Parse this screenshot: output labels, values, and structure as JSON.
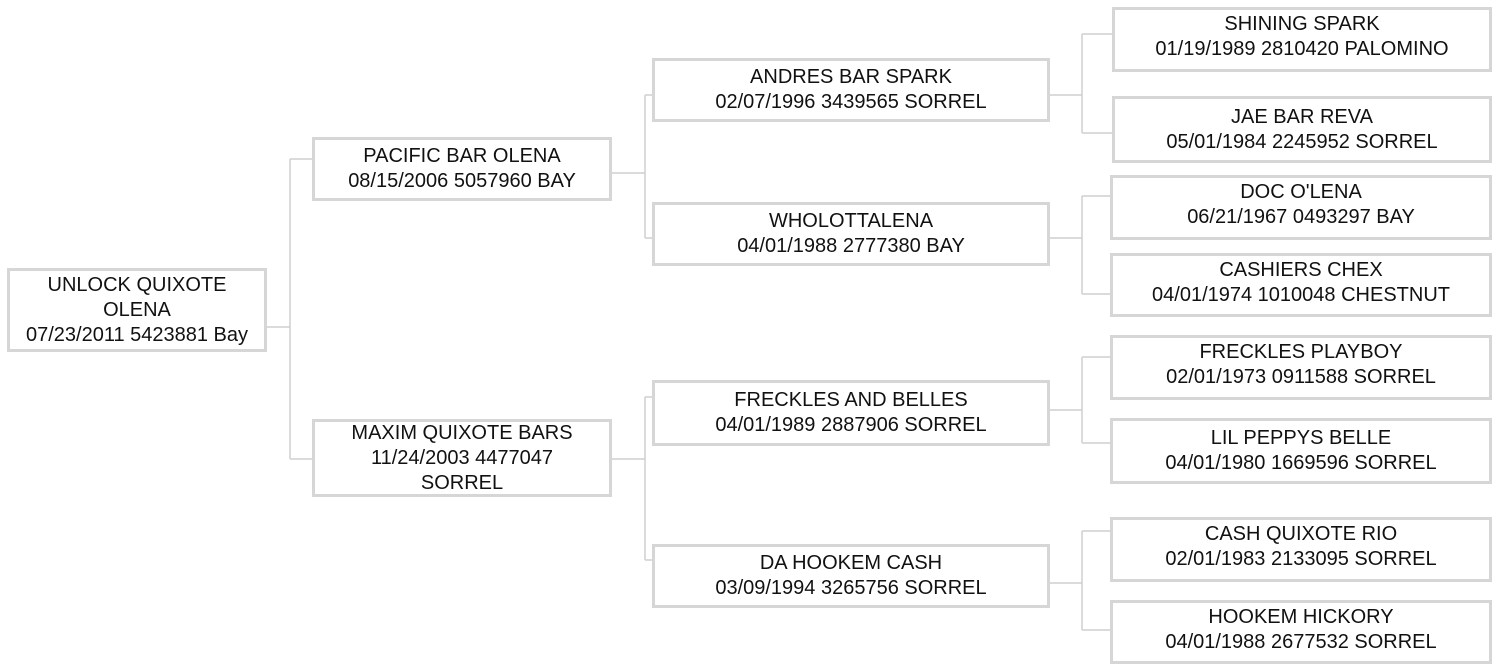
{
  "horses": {
    "subject": {
      "name1": "UNLOCK QUIXOTE",
      "name2": "OLENA",
      "info": "07/23/2011 5423881 Bay"
    },
    "sire": {
      "name": "PACIFIC BAR OLENA",
      "info": "08/15/2006 5057960 BAY"
    },
    "dam": {
      "name": "MAXIM QUIXOTE BARS",
      "info1": "11/24/2003 4477047",
      "info2": "SORREL"
    },
    "sire_sire": {
      "name": "ANDRES BAR SPARK",
      "info": "02/07/1996 3439565 SORREL"
    },
    "sire_dam": {
      "name": "WHOLOTTALENA",
      "info": "04/01/1988 2777380 BAY"
    },
    "dam_sire": {
      "name": "FRECKLES AND BELLES",
      "info": "04/01/1989 2887906 SORREL"
    },
    "dam_dam": {
      "name": "DA HOOKEM CASH",
      "info": "03/09/1994 3265756 SORREL"
    },
    "ss_sire": {
      "name": "SHINING SPARK",
      "info": "01/19/1989 2810420 PALOMINO"
    },
    "ss_dam": {
      "name": "JAE BAR REVA",
      "info": "05/01/1984 2245952 SORREL"
    },
    "sd_sire": {
      "name": "DOC O'LENA",
      "info": "06/21/1967 0493297 BAY"
    },
    "sd_dam": {
      "name": "CASHIERS CHEX",
      "info": "04/01/1974 1010048 CHESTNUT"
    },
    "ds_sire": {
      "name": "FRECKLES PLAYBOY",
      "info": "02/01/1973 0911588 SORREL"
    },
    "ds_dam": {
      "name": "LIL PEPPYS BELLE",
      "info": "04/01/1980 1669596 SORREL"
    },
    "dd_sire": {
      "name": "CASH QUIXOTE RIO",
      "info": "02/01/1983 2133095 SORREL"
    },
    "dd_dam": {
      "name": "HOOKEM HICKORY",
      "info": "04/01/1988 2677532 SORREL"
    }
  }
}
